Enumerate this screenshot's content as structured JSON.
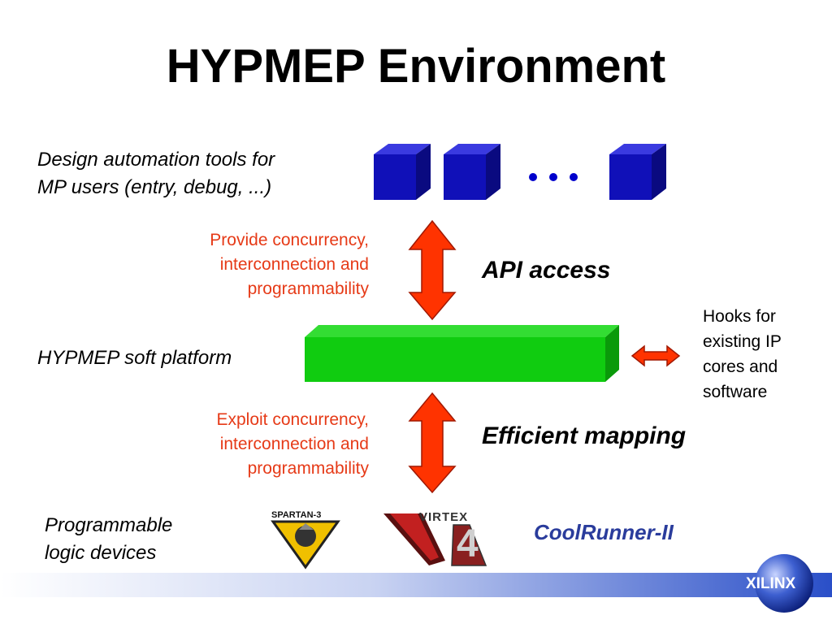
{
  "title": "HYPMEP Environment",
  "labels": {
    "tools_line1": "Design automation tools for",
    "tools_line2": "MP users (entry, debug, ...)",
    "provide_line1": "Provide concurrency,",
    "provide_line2": "interconnection and",
    "provide_line3": "programmability",
    "api_access": "API access",
    "platform": "HYPMEP soft platform",
    "hooks_line1": "Hooks for",
    "hooks_line2": "existing IP",
    "hooks_line3": "cores and",
    "hooks_line4": "software",
    "exploit_line1": "Exploit concurrency,",
    "exploit_line2": "interconnection and",
    "exploit_line3": "programmability",
    "efficient_mapping": "Efficient mapping",
    "devices_line1": "Programmable",
    "devices_line2": "logic devices"
  },
  "logos": {
    "spartan": "SPARTAN-3",
    "virtex": "VIRTEX",
    "virtex_num": "4",
    "coolrunner": "CoolRunner-II",
    "xilinx": "XILINX"
  },
  "colors": {
    "cube_blue": "#1010b8",
    "platform_green": "#10cc10",
    "arrow_red": "#ff3300",
    "red_text": "#e63a17",
    "footer_blue": "#2a4fc8"
  }
}
